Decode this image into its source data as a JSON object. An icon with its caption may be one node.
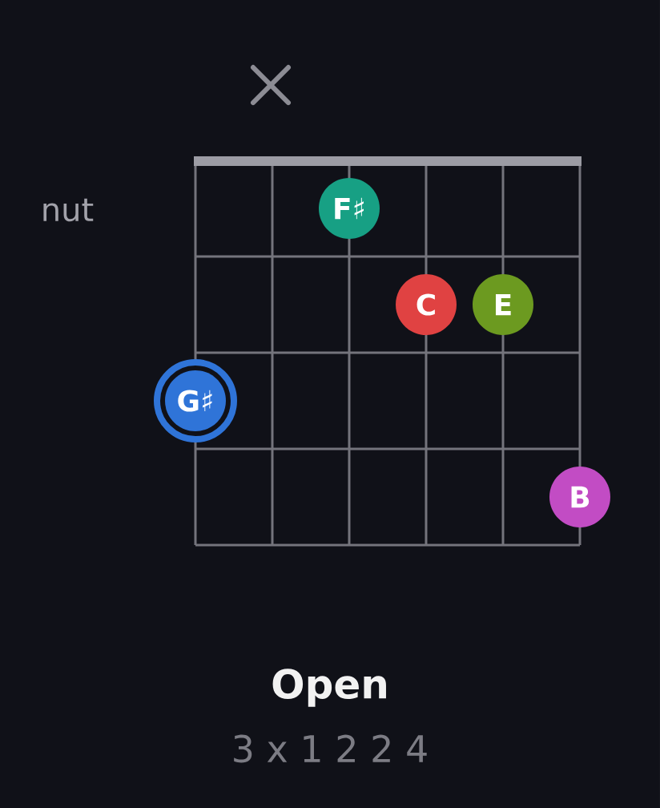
{
  "diagram": {
    "title": "Open",
    "nodes": [
      {
        "text": [
          "F♯"
        ]
      },
      {
        "text": [
          "C"
        ]
      },
      {
        "text": [
          "E"
        ]
      },
      {
        "text": [
          "G♯"
        ]
      },
      {
        "text": [
          "B"
        ]
      }
    ],
    "labels": [
      "nut",
      "3 x 1 2 2 4"
    ]
  }
}
